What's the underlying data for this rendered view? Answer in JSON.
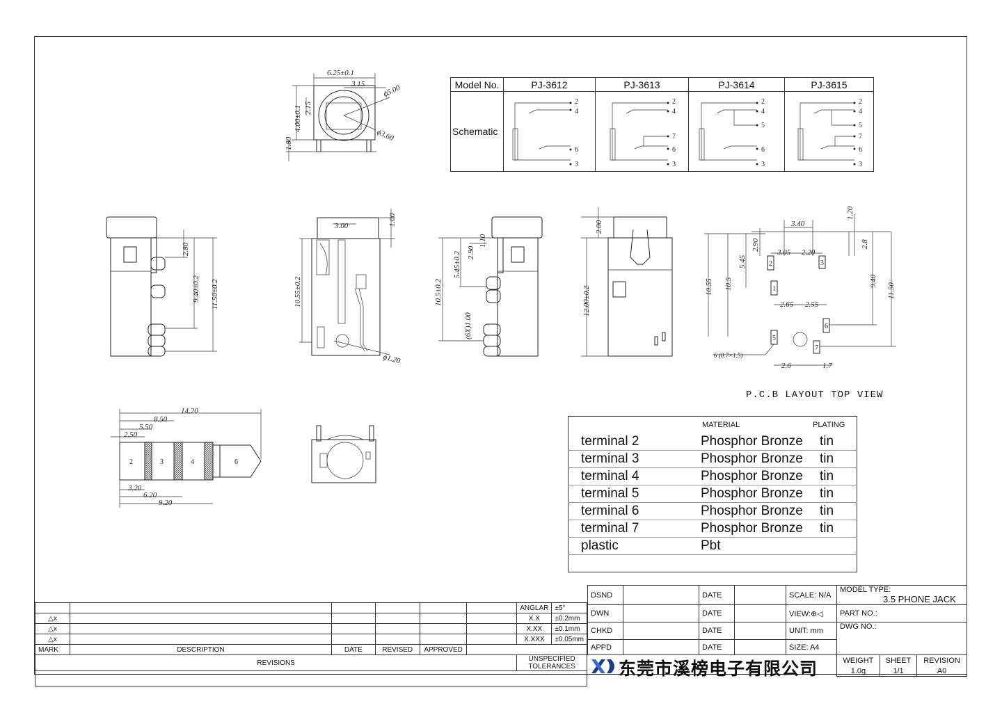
{
  "model_table": {
    "header_label": "Model No.",
    "schematic_label": "Schematic",
    "models": [
      "PJ-3612",
      "PJ-3613",
      "PJ-3614",
      "PJ-3615"
    ]
  },
  "top_view_dims": {
    "width": "6.25±0.1",
    "offset": "3.15",
    "dia_outer": "ϕ5.00",
    "dia_inner": "ϕ3.60",
    "h1": "2.15",
    "h2": "4.00±0.1",
    "h3": "1.80"
  },
  "side_dims": {
    "a": "2.80",
    "b": "9.40±0.2",
    "c": "11.50±0.2",
    "d": "3.00",
    "e": "1.00",
    "f": "10.55±0.2",
    "g": "ϕ1.20",
    "h": "10.5±0.2",
    "i": "5.45±0.2",
    "j": "2.90",
    "k": "1.10",
    "l": "(6X)1.00",
    "m": "2.00",
    "n": "12.00±0.2"
  },
  "pcb_dims": {
    "w1": "3.40",
    "w2": "3.05",
    "w3": "2.20",
    "w4": "1.20",
    "w5": "2.8",
    "h1": "2.90",
    "h2": "5.45",
    "h3": "10.55",
    "h4": "10.5",
    "h5": "9.40",
    "h6": "11.50",
    "x1": "2.65",
    "x2": "2.55",
    "x3": "2.6",
    "x4": "1.7",
    "slot": "6 (0.7×1.5)",
    "pin_labels": [
      "2",
      "3",
      "1",
      "6",
      "5",
      "7"
    ]
  },
  "plug_dims": {
    "l1": "14.20",
    "l2": "8.50",
    "l3": "5.50",
    "l4": "2.50",
    "l5": "3.20",
    "l6": "6.20",
    "l7": "9.20",
    "segments": [
      "2",
      "3",
      "4",
      "6"
    ]
  },
  "pcb_caption": "P.C.B LAYOUT TOP VIEW",
  "materials": {
    "header_material": "MATERIAL",
    "header_plating": "PLATING",
    "rows": [
      {
        "part": "terminal 2",
        "material": "Phosphor Bronze",
        "plating": "tin"
      },
      {
        "part": "terminal 3",
        "material": "Phosphor Bronze",
        "plating": "tin"
      },
      {
        "part": "terminal 4",
        "material": "Phosphor Bronze",
        "plating": "tin"
      },
      {
        "part": "terminal 5",
        "material": "Phosphor Bronze",
        "plating": "tin"
      },
      {
        "part": "terminal 6",
        "material": "Phosphor Bronze",
        "plating": "tin"
      },
      {
        "part": "terminal 7",
        "material": "Phosphor Bronze",
        "plating": "tin"
      },
      {
        "part": "plastic",
        "material": "Pbt",
        "plating": ""
      }
    ]
  },
  "revisions": {
    "marks": [
      "△x",
      "△x",
      "△x"
    ],
    "col_mark": "MARK",
    "col_desc": "DESCRIPTION",
    "col_date": "DATE",
    "col_revised": "REVISED",
    "col_approved": "APPROVED",
    "footer": "REVISIONS",
    "tolerances_title": "UNSPECIFIED TOLERANCES",
    "tolerances": [
      {
        "k": "ANGLAR",
        "v": "±5°"
      },
      {
        "k": "X.X",
        "v": "±0.2mm"
      },
      {
        "k": "X.XX",
        "v": "±0.1mm"
      },
      {
        "k": "X.XXX",
        "v": "±0.05mm"
      }
    ]
  },
  "title_block": {
    "dsnd": "DSND",
    "dwn": "DWN",
    "chkd": "CHKD",
    "appd": "APPD",
    "date": "DATE",
    "scale": "SCALE: N/A",
    "view": "VIEW:",
    "unit": "UNIT: mm",
    "size": "SIZE: A4",
    "model_type_label": "MODEL TYPE:",
    "model_type": "3.5 PHONE JACK",
    "part_no": "PART NO.:",
    "dwg_no": "DWG NO.:",
    "weight_label": "WEIGHT",
    "weight": "1.0g",
    "sheet_label": "SHEET",
    "sheet": "1/1",
    "revision_label": "REVISION",
    "revision": "A0",
    "company": "东莞市溪榜电子有限公司",
    "logo_text": "XD"
  },
  "colors": {
    "line": "#222222",
    "accent": "#1a3c8f"
  }
}
